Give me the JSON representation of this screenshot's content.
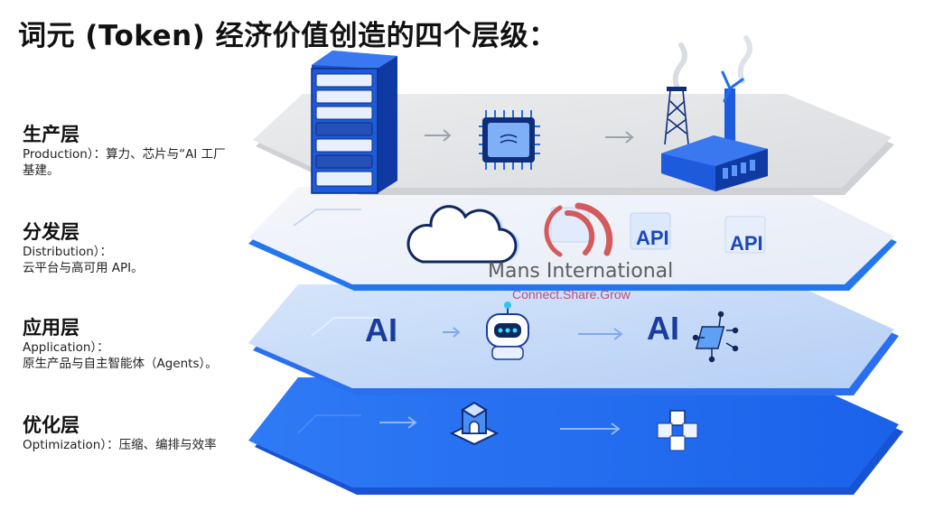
{
  "title": "词元 (Token) 经济价值创造的四个层级：",
  "layers": [
    {
      "name": "生产层",
      "desc_line1": "Production）：算力、芯片与“AI 工厂",
      "desc_line2": "基建。",
      "icons": [
        "server-rack-icon",
        "arrow-right-icon",
        "chip-icon",
        "arrow-right-icon",
        "ai-factory-icon"
      ],
      "color": "#e4e6e8"
    },
    {
      "name": "分发层",
      "desc_line1": "Distribution）：",
      "desc_line2": "云平台与高可用 API。",
      "icons": [
        "cloud-icon",
        "api-box-icon",
        "api-box-icon",
        "api-box-icon"
      ],
      "api_labels": [
        "API",
        "API"
      ],
      "color": "#eef2fa"
    },
    {
      "name": "应用层",
      "desc_line1": "Application）：",
      "desc_line2": "原生产品与自主智能体（Agents）。",
      "icons": [
        "ai-text-icon",
        "arrow-right-icon",
        "robot-agent-icon",
        "arrow-right-icon",
        "ai-network-icon"
      ],
      "ai_labels": [
        "AI",
        "AI"
      ],
      "color": "#c7dbf8"
    },
    {
      "name": "优化层",
      "desc_line1": "Optimization）：压缩、编排与效率",
      "desc_line2": "",
      "icons": [
        "arrow-right-icon",
        "compression-icon",
        "arrow-right-icon",
        "cubes-icon"
      ],
      "color": "#1f6cf0"
    }
  ],
  "watermark": {
    "name": "Mans International",
    "tagline": "Connect.Share.Grow"
  },
  "colors": {
    "primary_blue": "#1f6cf0",
    "dark_blue": "#1a3c9e",
    "gray_layer": "#e4e6e8",
    "watermark_red": "#d24a4a"
  }
}
